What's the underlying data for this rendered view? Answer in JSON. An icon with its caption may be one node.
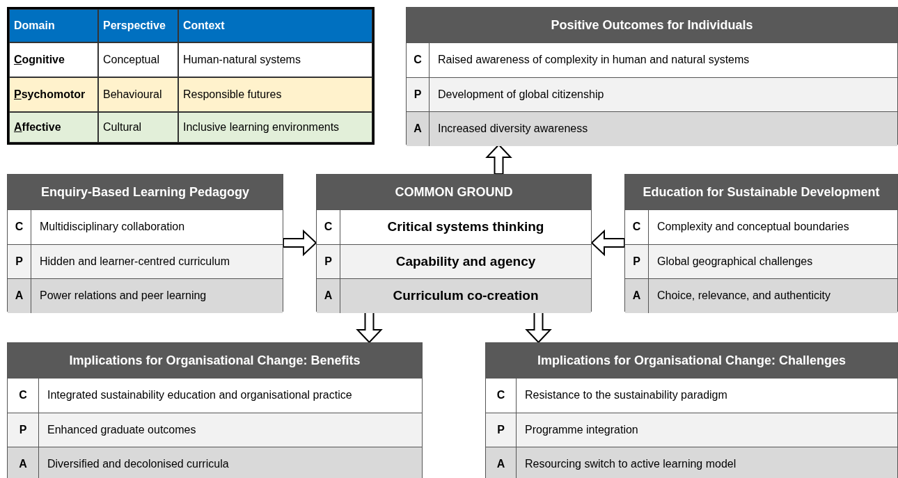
{
  "diagram": {
    "nodes": [
      {
        "text": [
          "Positive Outcomes for Individuals"
        ]
      },
      {
        "text": [
          "C",
          "Raised awareness of complexity in human and natural systems"
        ],
        "in": 0
      },
      {
        "text": [
          "P",
          "Development of global citizenship"
        ],
        "in": 0
      },
      {
        "text": [
          "A",
          "Increased diversity awareness"
        ],
        "in": 0
      },
      {
        "text": [
          "Enquiry-Based Learning Pedagogy"
        ]
      },
      {
        "text": [
          "C",
          "Multidisciplinary collaboration"
        ],
        "in": 4
      },
      {
        "text": [
          "P",
          "Hidden and learner-centred curriculum"
        ],
        "in": 4
      },
      {
        "text": [
          "A",
          "Power relations and peer learning"
        ],
        "in": 4
      },
      {
        "text": [
          "COMMON GROUND"
        ]
      },
      {
        "text": [
          "C",
          "Critical systems thinking"
        ],
        "in": 8
      },
      {
        "text": [
          "P",
          "Capability and agency"
        ],
        "in": 8
      },
      {
        "text": [
          "A",
          "Curriculum co-creation"
        ],
        "in": 8
      },
      {
        "text": [
          "Education for Sustainable Development"
        ]
      },
      {
        "text": [
          "C",
          "Complexity and conceptual boundaries"
        ],
        "in": 12
      },
      {
        "text": [
          "P",
          "Global geographical challenges"
        ],
        "in": 12
      },
      {
        "text": [
          "A",
          "Choice, relevance, and authenticity"
        ],
        "in": 12
      },
      {
        "text": [
          "Implications for Organisational Change: Benefits"
        ]
      },
      {
        "text": [
          "C",
          "Integrated sustainability education and organisational practice"
        ],
        "in": 16
      },
      {
        "text": [
          "P",
          "Enhanced graduate outcomes"
        ],
        "in": 16
      },
      {
        "text": [
          "A",
          "Diversified and decolonised curricula"
        ],
        "in": 16
      },
      {
        "text": [
          "Implications for Organisational Change: Challenges"
        ]
      },
      {
        "text": [
          "C",
          "Resistance to the sustainability paradigm"
        ],
        "in": 20
      },
      {
        "text": [
          "P",
          "Programme integration"
        ],
        "in": 20
      },
      {
        "text": [
          "A",
          "Resourcing switch to active learning model"
        ],
        "in": 20
      }
    ],
    "edges": [
      {
        "from": 4,
        "to": 8,
        "arrow": "to"
      },
      {
        "from": 12,
        "to": 8,
        "arrow": "to"
      },
      {
        "from": 8,
        "to": 0,
        "arrow": "to"
      },
      {
        "from": 8,
        "to": 16,
        "arrow": "to"
      },
      {
        "from": 8,
        "to": 20,
        "arrow": "to"
      }
    ],
    "labels": [
      "Domain",
      "Perspective",
      "Context",
      "Cognitive",
      "Conceptual",
      "Human-natural systems",
      "Psychomotor",
      "Behavioural",
      "Responsible futures",
      "Affective",
      "Cultural",
      "Inclusive learning environments"
    ]
  }
}
